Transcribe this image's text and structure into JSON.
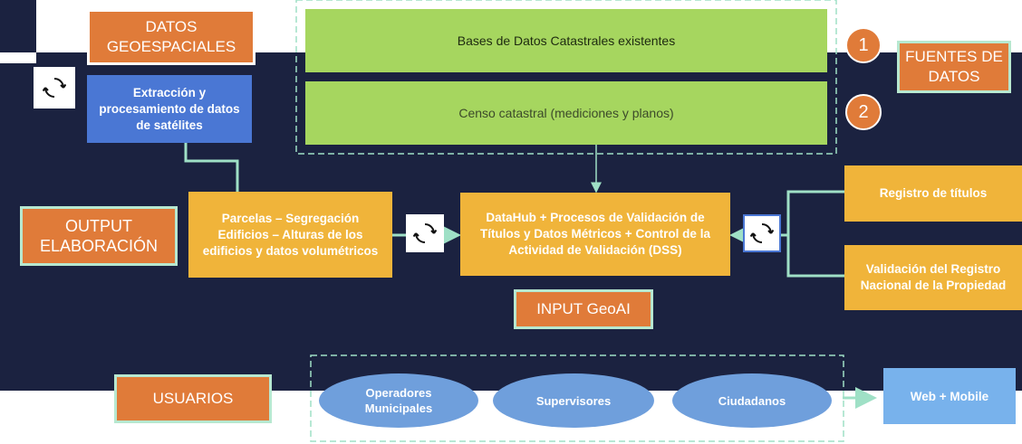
{
  "sources": {
    "bases_datos": "Bases de Datos Catastrales existentes",
    "censo": "Censo catastral (mediciones y planos)",
    "num1": "1",
    "num2": "2",
    "fuentes_label": "FUENTES DE DATOS"
  },
  "geo": {
    "label": "DATOS GEOESPACIALES",
    "extraccion": "Extracción y procesamiento de datos de satélites"
  },
  "output": {
    "label": "OUTPUT ELABORACIÓN",
    "parcelas": "Parcelas – Segregación Edificios – Alturas de los edificios y datos volumétricos"
  },
  "center": {
    "datahub": "DataHub + Procesos de Validación de Títulos y Datos Métricos + Control de la Actividad de Validación (DSS)",
    "input_label": "INPUT GeoAI"
  },
  "right": {
    "registro": "Registro de títulos",
    "validacion": "Validación del Registro Nacional de la Propiedad"
  },
  "users": {
    "label": "USUARIOS",
    "operadores": "Operadores Municipales",
    "supervisores": "Supervisores",
    "ciudadanos": "Ciudadanos",
    "web": "Web + Mobile"
  },
  "colors": {
    "navy": "#1b2240",
    "green": "#a6d65f",
    "orange": "#e07b39",
    "yellow": "#f0b43a",
    "blue": "#4a77d4",
    "connector": "#9fe0c6"
  },
  "icons": [
    "sync-icon"
  ]
}
